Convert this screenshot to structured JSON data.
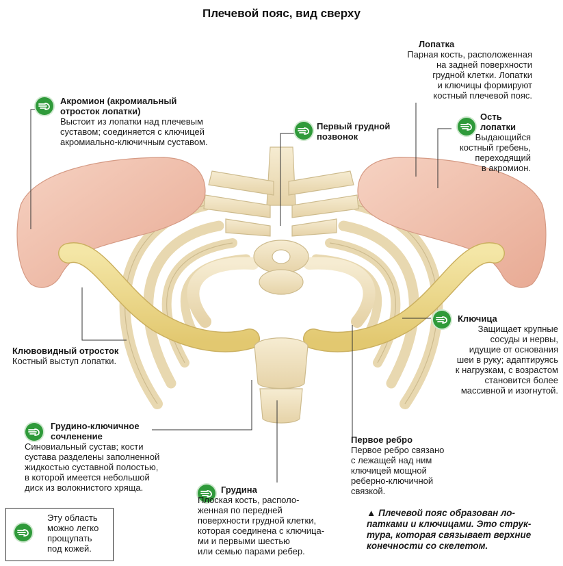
{
  "title": "Плечевой пояс, вид сверху",
  "labels": {
    "acromion": {
      "heading": "Акромион (акромиальный\nотросток лопатки)",
      "text": "Выстоит из лопатки над плечевым\nсуставом; соединяется с ключицей\nакромиально-ключичным суставом."
    },
    "first_vertebra": {
      "heading": "Первый грудной\nпозвонок"
    },
    "scapula": {
      "heading": "Лопатка",
      "text": "Парная кость, расположенная\nна задней поверхности\nгрудной клетки. Лопатки\nи ключицы формируют\nкостный плечевой пояс."
    },
    "spine_of_scapula": {
      "heading": "Ость\nлопатки",
      "text": "Выдающийся\nкостный гребень,\nпереходящий\nв акромион."
    },
    "clavicle": {
      "heading": "Ключица",
      "text": "Защищает крупные\nсосуды и нервы,\nидущие от основания\nшеи в руку; адаптируясь\nк нагрузкам, с возрастом\nстановится более\nмассивной и изогнутой."
    },
    "coracoid": {
      "heading": "Клювовидный отросток",
      "text": "Костный выступ лопатки."
    },
    "sternoclavicular": {
      "heading": "Грудино-ключичное\nсочленение",
      "text": "Синовиальный сустав; кости\nсустава разделены заполненной\nжидкостью суставной полостью,\nв которой имеется небольшой\nдиск из волокнистого хряща."
    },
    "first_rib": {
      "heading": "Первое ребро",
      "text": "Первое ребро связано\nс лежащей над ним\nключицей мощной\nреберно-ключичной\nсвязкой."
    },
    "sternum": {
      "heading": "Грудина",
      "text": "Плоская кость, располо-\nженная по передней\nповерхности грудной клетки,\nкоторая соединена с ключица-\nми и первыми шестью\nили семью парами ребер."
    }
  },
  "legend": {
    "text": "Эту область\nможно легко\nпрощупать\nпод кожей."
  },
  "caption": "▲ Плечевой пояс образован ло-\nпатками и ключицами. Это струк-\nтура, которая связывает верхние\nконечности со скелетом.",
  "colors": {
    "bone": "#efe2c2",
    "bone_edge": "#cdbb8e",
    "clavicle": "#efdc8e",
    "scapula": "#f2c2ae",
    "badge": "#2f9a3a"
  },
  "icons": {
    "badge": "palpation-hand-icon"
  }
}
